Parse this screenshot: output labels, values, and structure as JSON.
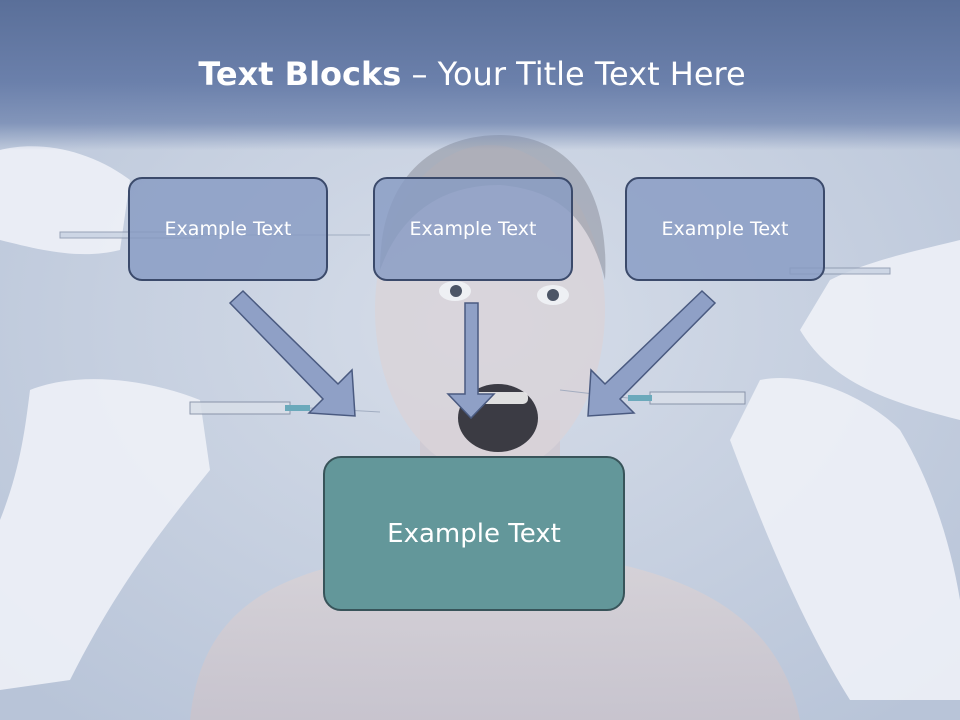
{
  "slide": {
    "title_bold": "Text Blocks",
    "title_rest": " – Your Title Text Here",
    "top_boxes": [
      {
        "label": "Example Text"
      },
      {
        "label": "Example Text"
      },
      {
        "label": "Example Text"
      }
    ],
    "bottom_box": {
      "label": "Example Text"
    }
  },
  "colors": {
    "header": "#6b80ab",
    "top_box_fill": "#8b9bc5",
    "bottom_box_fill": "#63979a",
    "arrow_fill": "#8fa0c6"
  }
}
